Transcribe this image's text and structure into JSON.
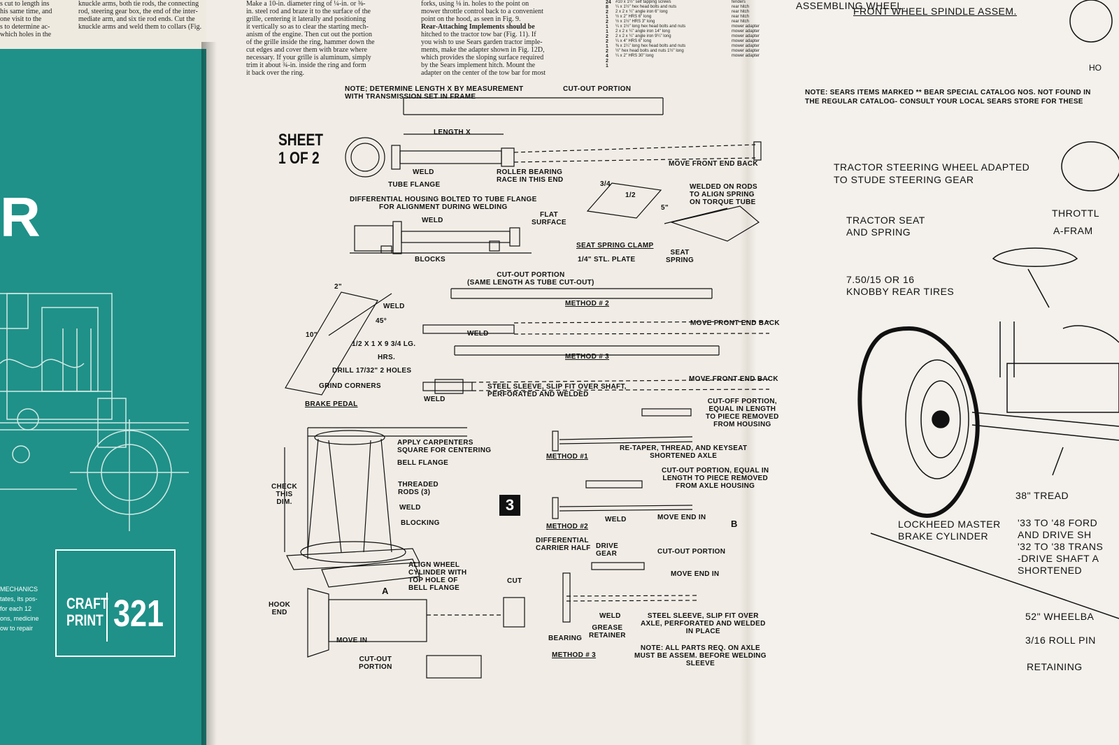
{
  "left_panel": {
    "big_letter": "R",
    "craft_print_label_line1": "CRAFT",
    "craft_print_label_line2": "PRINT",
    "craft_print_number": "321",
    "side_text": [
      "MECHANICS",
      "tates, its pos-",
      "for each 12",
      "ons, medicine",
      "ow to repair"
    ]
  },
  "article_top": {
    "col1": [
      "s cut to length ins",
      "his same time, and",
      "one visit to the",
      "s to determine ac-",
      "which holes in the"
    ],
    "col2": [
      "knuckle arms, both tie rods, the connecting",
      "rod, steering gear box, the end of the inter-",
      "mediate arm, and six tie rod ends. Cut the",
      "knuckle arms and weld them to collars (Fig."
    ],
    "col3": [
      "Make a 10-in. diameter ring of ¼-in. or ⅜-",
      "in. steel rod and braze it to the surface of the",
      "grille, centering it laterally and positioning",
      "it vertically so as to clear the starting mech-",
      "anism of the engine. Then cut out the portion",
      "of the grille inside the ring, hammer down the",
      "cut edges and cover them with braze where",
      "necessary. If your grille is aluminum, simply",
      "trim it about ¾-in. inside the ring and form",
      "it back over the ring."
    ],
    "col4": [
      "forks, using ⅛ in. holes to the point on",
      "mower throttle control back to a convenient",
      "point on the hood, as seen in Fig. 9.",
      "Rear-Attaching Implements should be",
      "hitched to the tractor tow bar (Fig. 11). If",
      "you wish to use Sears garden tractor imple-",
      "ments, make the adapter shown in Fig. 12D,",
      "which provides the sloping surface required",
      "by the Sears implement hitch. Mount the",
      "adapter on the center of the tow bar for most"
    ],
    "parts_qty": [
      "24",
      "8",
      "2",
      "1",
      "2",
      "1",
      "1",
      "2",
      "2",
      "1",
      "2",
      "4",
      "2",
      "1"
    ],
    "parts_desc": [
      "#10 x 1½\" self tapping screws",
      "¼ x 1½\" hex head bolts and nuts",
      "2 x 2 x ¼\" angle iron 6\" long",
      "½ x 2\" HRS 6\" long",
      "½ x 1½\" HRS 3\" long",
      "¼ x 1½\" long hex head bolts and nuts",
      "2 x 2 x ¼\" angle iron 14\" long",
      "2 x 2 x ¼\" angle iron 9¼\" long",
      "¼ x 4\" HRS 6\" long",
      "⅜ x 1¼\" long hex head bolts and nuts",
      "½\" hex head bolts and nuts 1½\" long",
      "¼ x 2\" HRS 30\" long"
    ],
    "parts_use": [
      "fenders",
      "rear hitch",
      "rear hitch",
      "rear hitch",
      "rear hitch",
      "mower adapter",
      "mower adapter",
      "mower adapter",
      "mower adapter",
      "mower adapter",
      "mower adapter",
      "mower adapter"
    ]
  },
  "sheet_1": {
    "sheet_title_1": "SHEET",
    "sheet_title_2": "1 OF 2",
    "note_length": [
      "NOTE; DETERMINE LENGTH X BY MEASUREMENT",
      "WITH TRANSMISSION SET IN FRAME"
    ],
    "cut_out_portion": "CUT-OUT PORTION",
    "length_x": "LENGTH X",
    "weld": "WELD",
    "tube_flange": "TUBE FLANGE",
    "roller_bearing": [
      "ROLLER BEARING",
      "RACE IN THIS END"
    ],
    "move_front_end_back": "MOVE FRONT END BACK",
    "diff_housing": [
      "DIFFERENTIAL HOUSING BOLTED TO TUBE FLANGE",
      "FOR ALIGNMENT DURING WELDING"
    ],
    "flat_surface": [
      "FLAT",
      "SURFACE"
    ],
    "blocks": "BLOCKS",
    "seat_spring_clamp": "SEAT SPRING CLAMP",
    "stl_plate": "STL. PLATE",
    "seat_spring": [
      "SEAT",
      "SPRING"
    ],
    "welded_on_rods": [
      "WELDED ON RODS",
      "TO ALIGN SPRING",
      "ON TORQUE TUBE"
    ],
    "dim_three_quarter": "3/4",
    "dim_half": "1/2",
    "dim_five": "5\"",
    "dim_quarter": "1/4\"",
    "cut_out_portion_2": [
      "CUT-OUT PORTION",
      "(SAME LENGTH AS TUBE CUT-OUT)"
    ],
    "method_2": "METHOD # 2",
    "method_3": "METHOD # 3",
    "steel_sleeve": [
      "STEEL SLEEVE, SLIP FIT OVER SHAFT,",
      "PERFORATED AND WELDED"
    ],
    "pedal_dims": [
      "2\"",
      "10\"",
      "45°",
      "HRS.",
      "1/2 X 1 X 9 3/4 LG.",
      "DRILL 17/32\" 2 HOLES",
      "GRIND CORNERS"
    ],
    "brake_pedal": "BRAKE PEDAL",
    "apply_carpenters": [
      "APPLY CARPENTERS",
      "SQUARE FOR CENTERING"
    ],
    "bell_flange": "BELL FLANGE",
    "check_this_dim": [
      "CHECK",
      "THIS",
      "DIM."
    ],
    "threaded_rods": [
      "THREADED",
      "RODS (3)"
    ],
    "blocking": "BLOCKING",
    "align_wheel": [
      "ALIGN WHEEL",
      "CYLINDER WITH",
      "TOP HOLE OF",
      "BELL FLANGE"
    ],
    "hook_end": [
      "HOOK",
      "END"
    ],
    "label_a": "A",
    "label_b": "B",
    "move_in": "MOVE IN",
    "cut": "CUT",
    "cut_out_portion_3": [
      "CUT-OUT",
      "PORTION"
    ],
    "fig_number": "3",
    "cut_off_portion": [
      "CUT-OFF PORTION,",
      "EQUAL IN LENGTH",
      "TO PIECE REMOVED",
      "FROM HOUSING"
    ],
    "retaper": [
      "RE-TAPER, THREAD, AND KEYSEAT",
      "SHORTENED AXLE"
    ],
    "method_1b": "METHOD #1",
    "cut_out_equal": [
      "CUT-OUT PORTION, EQUAL IN",
      "LENGTH TO PIECE REMOVED",
      "FROM AXLE HOUSING"
    ],
    "method_2b": "METHOD #2",
    "move_end_in": "MOVE END IN",
    "diff_carrier": [
      "DIFFERENTIAL",
      "CARRIER HALF"
    ],
    "drive_gear": [
      "DRIVE",
      "GEAR"
    ],
    "grease_retainer": [
      "GREASE",
      "RETAINER"
    ],
    "bearing": "BEARING",
    "method_3b": "METHOD # 3",
    "steel_sleeve_axle": [
      "STEEL SLEEVE, SLIP FIT OVER",
      "AXLE, PERFORATED AND WELDED",
      "IN PLACE"
    ],
    "note_axle": [
      "NOTE: ALL PARTS REQ. ON AXLE",
      "MUST BE ASSEM. BEFORE WELDING",
      "SLEEVE"
    ]
  },
  "sheet_2": {
    "top_text": "ASSEMBLING WHEEL.",
    "front_wheel_spindle": "FRONT WHEEL SPINDLE ASSEM.",
    "note_sears": [
      "NOTE: SEARS ITEMS MARKED ** BEAR SPECIAL CATALOG NOS. NOT FOUND IN",
      "THE REGULAR CATALOG- CONSULT YOUR LOCAL SEARS STORE FOR THESE"
    ],
    "corner_text": "HO",
    "steering_wheel": [
      "TRACTOR STEERING WHEEL ADAPTED",
      "TO STUDE STEERING GEAR"
    ],
    "throttle": "THROTTL",
    "a_frame": "A-FRAM",
    "tractor_seat": [
      "TRACTOR SEAT",
      "AND SPRING"
    ],
    "tires": [
      "7.50/15 OR 16",
      "KNOBBY REAR TIRES"
    ],
    "tread": "38\" TREAD",
    "master_cylinder": [
      "LOCKHEED MASTER",
      "BRAKE CYLINDER"
    ],
    "ford": [
      "'33 TO '48 FORD",
      "AND DRIVE SH",
      "'32 TO '38 TRANS",
      "-DRIVE SHAFT A",
      "SHORTENED"
    ],
    "wheelbase": "52\" WHEELBA",
    "roll_pin": "3/16  ROLL PIN",
    "retaining": "RETAINING"
  }
}
